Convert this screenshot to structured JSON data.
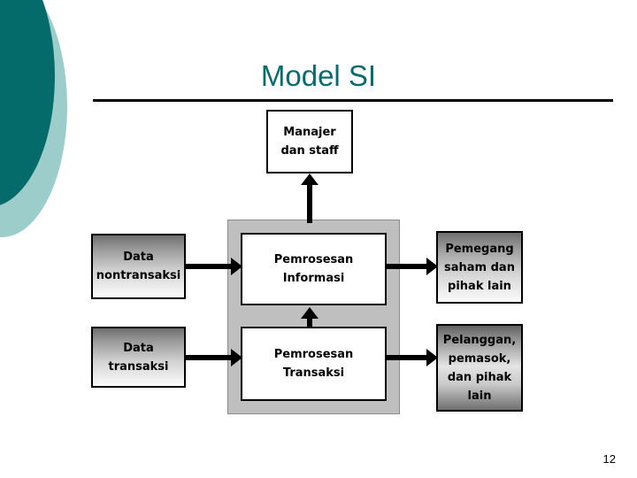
{
  "slide": {
    "title": "Model SI",
    "page_number": "12",
    "colors": {
      "title_text": "#0b6b6b",
      "deco_dark": "#046a6a",
      "deco_light": "#9ccdca",
      "container_gray": "#bfbfbf",
      "rule": "#000000",
      "arrow": "#000000"
    }
  },
  "diagram": {
    "boxes": {
      "manajer": {
        "label": "Manajer\ndan staff"
      },
      "data_nontransaksi": {
        "label": "Data\nnontransaksi"
      },
      "data_transaksi": {
        "label": "Data\ntransaksi"
      },
      "pemrosesan_informasi": {
        "label": "Pemrosesan\nInformasi"
      },
      "pemrosesan_transaksi": {
        "label": "Pemrosesan\nTransaksi"
      },
      "pemegang_saham": {
        "label": "Pemegang\nsaham dan\npihak lain"
      },
      "pelanggan": {
        "label": "Pelanggan,\npemasok,\ndan pihak\nlain"
      }
    },
    "arrows": [
      {
        "name": "data-nontransaksi-to-pemrosesan-informasi",
        "direction": "right"
      },
      {
        "name": "data-transaksi-to-pemrosesan-transaksi",
        "direction": "right"
      },
      {
        "name": "pemrosesan-informasi-to-pemegang-saham",
        "direction": "right"
      },
      {
        "name": "pemrosesan-transaksi-to-pelanggan",
        "direction": "right"
      },
      {
        "name": "pemrosesan-to-manajer",
        "direction": "up"
      },
      {
        "name": "pemrosesan-transaksi-to-pemrosesan-informasi",
        "direction": "up"
      }
    ]
  }
}
